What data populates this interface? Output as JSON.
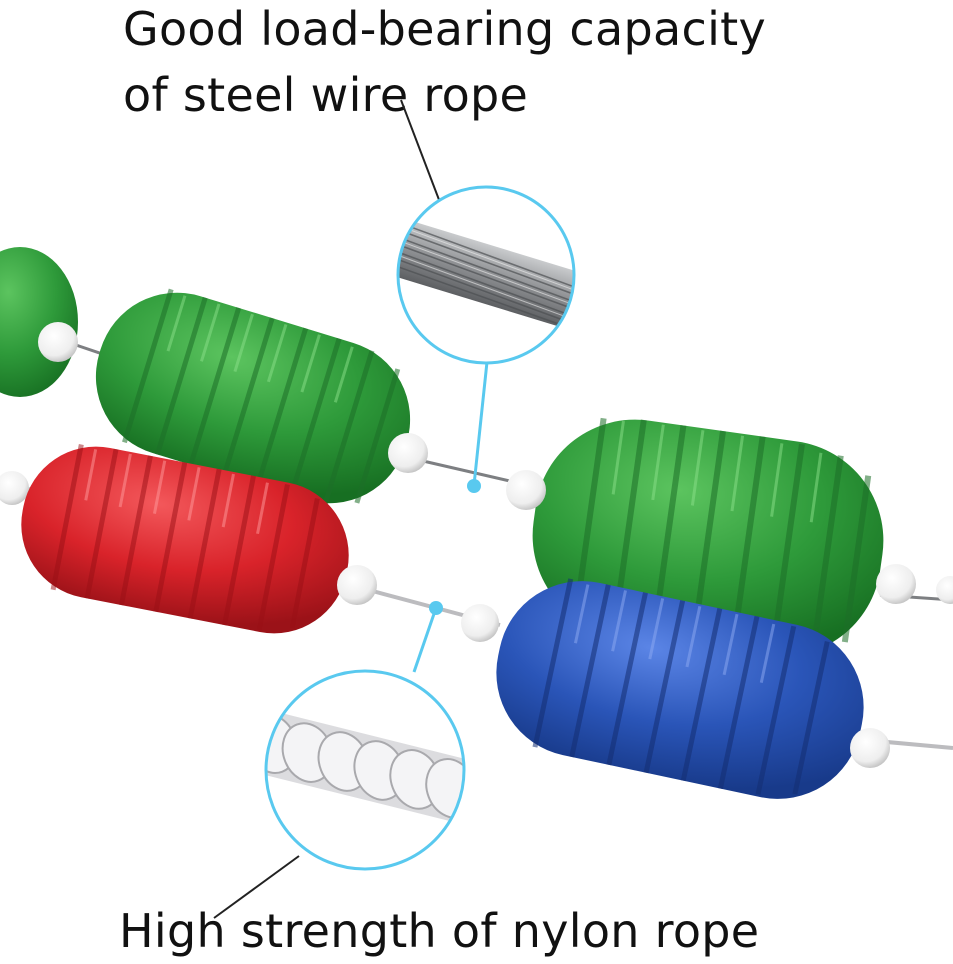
{
  "captions": {
    "steel_line1": "Good load-bearing capacity",
    "steel_line2": "of steel wire rope",
    "nylon": "High strength of nylon rope"
  },
  "colors": {
    "accent_circle": "#59c9ef",
    "float_green": "#2e9a3a",
    "float_red": "#d9232a",
    "float_blue": "#2a55b8",
    "steel_rope": "#8d8f92",
    "nylon_rope": "#e6e6e8"
  }
}
